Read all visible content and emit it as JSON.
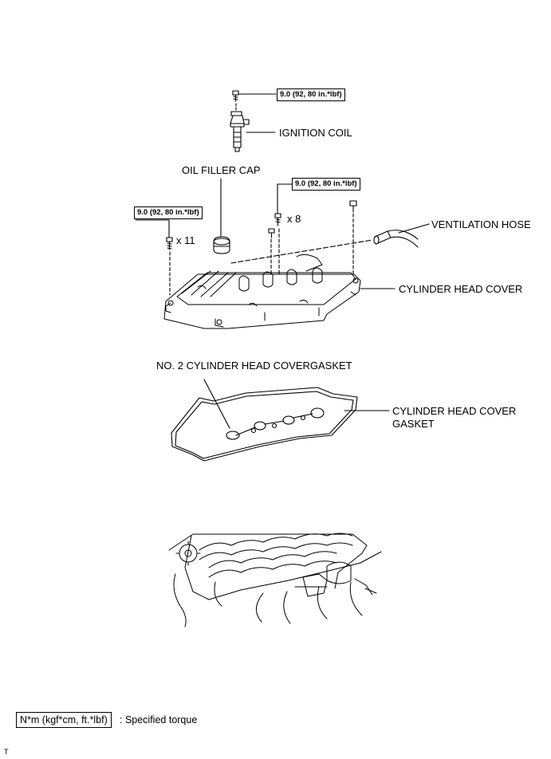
{
  "torque_spec": "9.0 (92, 80 in.*lbf)",
  "labels": {
    "ignition_coil": "IGNITION COIL",
    "oil_filler_cap": "OIL FILLER CAP",
    "ventilation_hose": "VENTILATION HOSE",
    "cylinder_head_cover": "CYLINDER HEAD COVER",
    "no2_gasket": "NO. 2 CYLINDER HEAD COVERGASKET",
    "gasket_line1": "CYLINDER HEAD COVER",
    "gasket_line2": "GASKET"
  },
  "counts": {
    "bolts_front": "x 11",
    "bolts_rear": "x 8"
  },
  "legend": {
    "symbol": "N*m (kgf*cm, ft.*lbf)",
    "text": ": Specified torque"
  },
  "footer_mark": "T"
}
